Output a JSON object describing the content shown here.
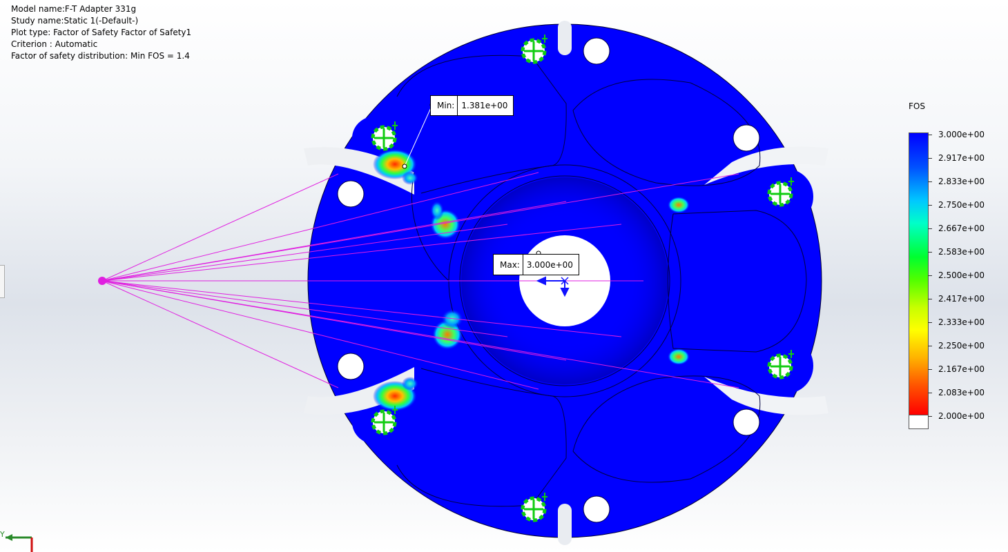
{
  "study_info": {
    "model_name": "Model name:F-T Adapter 331g",
    "study_name": "Study name:Static 1(-Default-)",
    "plot_type": "Plot type: Factor of Safety Factor of Safety1",
    "criterion": "Criterion : Automatic",
    "distribution": "Factor of safety distribution: Min FOS =  1.4"
  },
  "min_callout": {
    "label": "Min:",
    "value": "1.381e+00"
  },
  "max_callout": {
    "label": "Max:",
    "value": "3.000e+00"
  },
  "legend": {
    "title": "FOS",
    "ticks": [
      "3.000e+00",
      "2.917e+00",
      "2.833e+00",
      "2.750e+00",
      "2.667e+00",
      "2.583e+00",
      "2.500e+00",
      "2.417e+00",
      "2.333e+00",
      "2.250e+00",
      "2.167e+00",
      "2.083e+00",
      "2.000e+00"
    ]
  },
  "triad": {
    "axis_label": "Y"
  },
  "colors": {
    "part": "#0000ff",
    "fixture": "#11cc11",
    "load": "#e01ee0",
    "hot": "#ff2a00"
  }
}
